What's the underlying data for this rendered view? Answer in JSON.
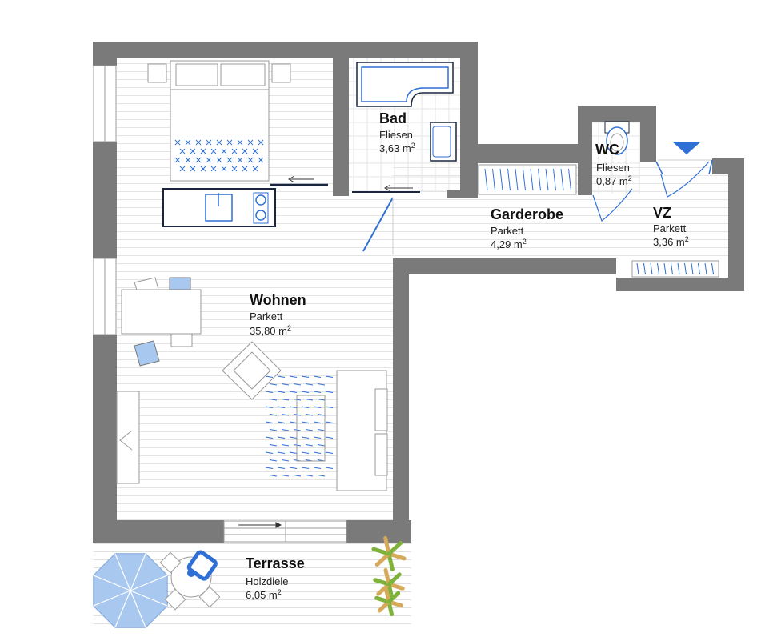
{
  "floor_plan": {
    "rooms": [
      {
        "id": "bad",
        "name": "Bad",
        "floor": "Fliesen",
        "area": "3,63 m",
        "unit_sup": "2"
      },
      {
        "id": "wc",
        "name": "WC",
        "floor": "Fliesen",
        "area": "0,87 m",
        "unit_sup": "2"
      },
      {
        "id": "garderobe",
        "name": "Garderobe",
        "floor": "Parkett",
        "area": "4,29 m",
        "unit_sup": "2"
      },
      {
        "id": "vz",
        "name": "VZ",
        "floor": "Parkett",
        "area": "3,36 m",
        "unit_sup": "2"
      },
      {
        "id": "wohnen",
        "name": "Wohnen",
        "floor": "Parkett",
        "area": "35,80 m",
        "unit_sup": "2"
      },
      {
        "id": "terrasse",
        "name": "Terrasse",
        "floor": "Holzdiele",
        "area": "6,05 m",
        "unit_sup": "2"
      }
    ],
    "colors": {
      "wall": "#7a7a7a",
      "floor_lines": "#e6e6e6",
      "furniture_stroke": "#999999",
      "accent_blue": "#2f6fd6",
      "light_blue": "#a9c8f0",
      "dark_navy": "#1a2540",
      "plant_green": "#7fb23a"
    },
    "icons": [
      "entrance-arrow-icon",
      "sliding-door-arrow-icon",
      "parasol-icon",
      "plant-icon"
    ]
  }
}
